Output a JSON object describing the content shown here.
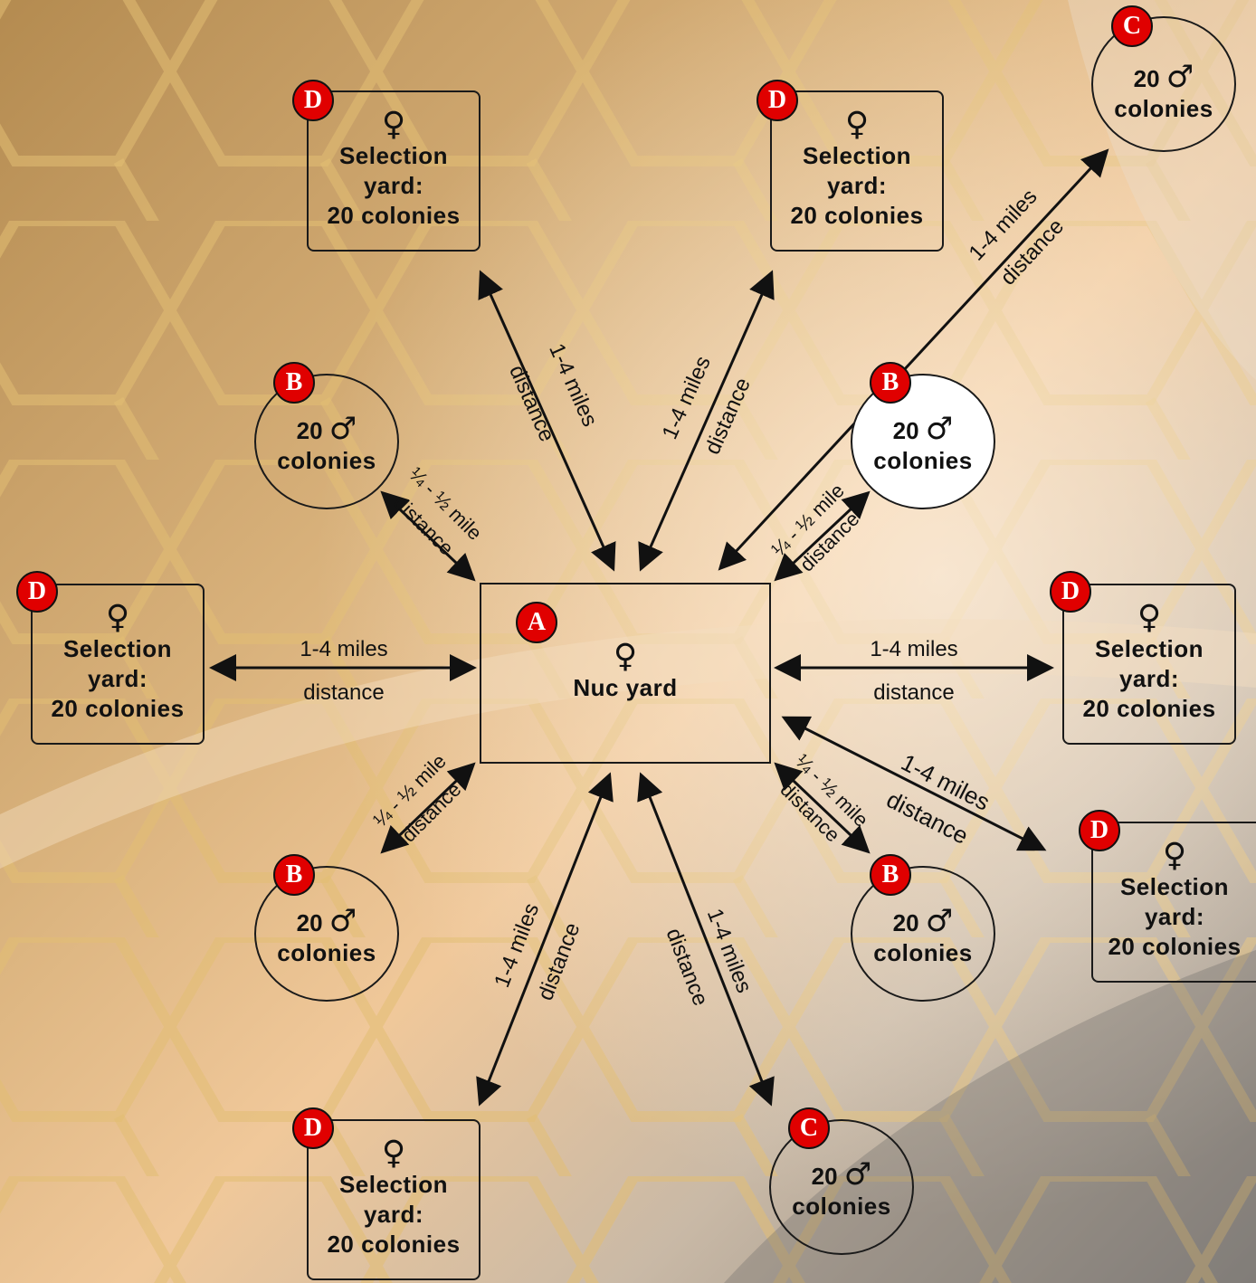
{
  "symbols": {
    "female": "♀",
    "male": "♂"
  },
  "colors": {
    "badge": "#e00000",
    "highlight_circle": "#ffffff",
    "line": "#111111"
  },
  "nuc_yard": {
    "badge": "A",
    "label": "Nuc yard"
  },
  "selection_yards": [
    {
      "badge": "D",
      "line1": "Selection",
      "line2": "yard:",
      "line3": "20 colonies"
    },
    {
      "badge": "D",
      "line1": "Selection",
      "line2": "yard:",
      "line3": "20 colonies"
    },
    {
      "badge": "D",
      "line1": "Selection",
      "line2": "yard:",
      "line3": "20 colonies"
    },
    {
      "badge": "D",
      "line1": "Selection",
      "line2": "yard:",
      "line3": "20 colonies"
    },
    {
      "badge": "D",
      "line1": "Selection",
      "line2": "yard:",
      "line3": "20 colonies"
    },
    {
      "badge": "D",
      "line1": "Selection",
      "line2": "yard:",
      "line3": "20 colonies"
    }
  ],
  "drone_yards": [
    {
      "badge": "B",
      "count": "20",
      "label": "colonies"
    },
    {
      "badge": "B",
      "count": "20",
      "label": "colonies"
    },
    {
      "badge": "B",
      "count": "20",
      "label": "colonies"
    },
    {
      "badge": "B",
      "count": "20",
      "label": "colonies"
    },
    {
      "badge": "C",
      "count": "20",
      "label": "colonies"
    },
    {
      "badge": "C",
      "count": "20",
      "label": "colonies"
    }
  ],
  "distances": {
    "far": "1-4 miles",
    "near": "¼ - ½ mile",
    "suffix": "distance"
  }
}
